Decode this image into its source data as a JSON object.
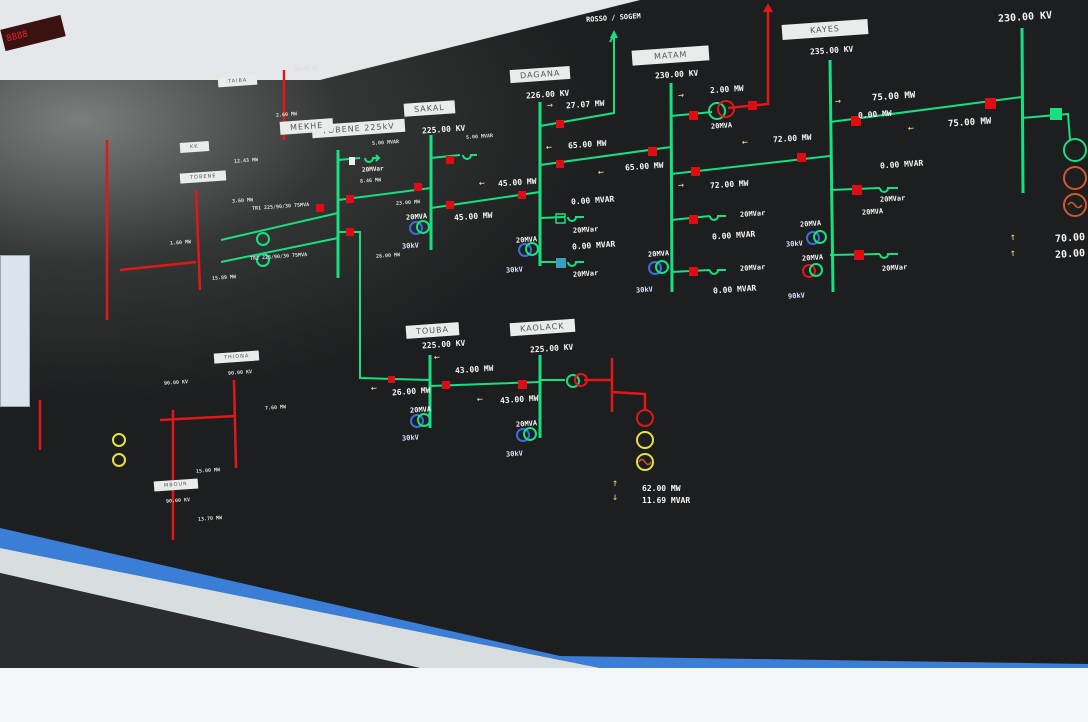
{
  "led_display": "8888",
  "substations": {
    "tobene": "TOBENE  225kV",
    "mekhe": "MEKHE",
    "sakal": "SAKAL",
    "dagana": "DAGANA",
    "rosso": "ROSSO / SOGEM",
    "matam": "MATAM",
    "kayes": "KAYES",
    "touba": "TOUBA",
    "kaolack": "KAOLACK",
    "thiona": "THIONA",
    "mbour": "MBOUR",
    "tobene_90": "TOBENE",
    "taiba": "TAIBA",
    "kk": "KK"
  },
  "voltages": {
    "sakal": "225.00 KV",
    "dagana": "226.00 KV",
    "matam": "230.00 KV",
    "kayes": "235.00 KV",
    "right": "230.00 KV",
    "touba": "225.00 KV",
    "kaolack": "225.00 KV",
    "mekhe": "90.00 KV",
    "thiona": "90.00 KV",
    "mbour": "90.00 KV",
    "sococim": "90.00 KV"
  },
  "flows": {
    "tobene_q": "5.00 MVAR",
    "tobene_p1": "8.46 MW",
    "tobene_sakal": "23.00 MW",
    "tobene_touba": "26.00 MW",
    "sakal_q": "5.00 MVAR",
    "sakal_dagana": "45.00 MW",
    "dagana_sakal": "45.00 MW",
    "dagana_rosso": "27.07 MW",
    "dagana_matam": "65.00 MW",
    "matam_dagana": "65.00 MW",
    "dagana_q1": "0.00 MVAR",
    "dagana_q2": "0.00 MVAR",
    "matam_tr": "2.00 MW",
    "matam_kayes": "72.00 MW",
    "kayes_matam": "72.00 MW",
    "matam_q1": "0.00 MVAR",
    "matam_q2": "0.00 MVAR",
    "kayes_right": "75.00 MW",
    "kayes_p2": "0.00 MW",
    "right_kayes": "75.00 MW",
    "kayes_q": "0.00 MVAR",
    "gen_right_p": "70.00",
    "gen_right_q": "20.00",
    "touba_kaolack": "43.00 MW",
    "kaolack_touba": "43.00 MW",
    "touba_tobene": "26.00 MW",
    "gen_kaolack_p": "62.00 MW",
    "gen_kaolack_q": "11.69 MVAR",
    "mekhe_p": "2.60 MW",
    "tobene_l1": "12.43 MW",
    "tobene_l2": "3.60 MW",
    "tobene_l3": "15.89 MW",
    "tobene_l4": "1.60 MW",
    "thiona_p": "7.60 MW",
    "mbour_p": "15.00 MW",
    "mbour_p2": "13.70 MW"
  },
  "equipment": {
    "tr20": "20MVA",
    "sh20": "20MVar",
    "kv30": "30kV",
    "kv90": "90kV",
    "tr_tobene1": "TR1 225/90/30 75MVA",
    "tr_tobene2": "TR2 225/90/30 75MVA"
  },
  "colors": {
    "bus_225": "#18e080",
    "bus_90": "#e01818",
    "breaker": "#e00c14",
    "transformer_lv": "#3a6ee0",
    "generator": "#e8e040",
    "arrow": "#e8d890"
  }
}
